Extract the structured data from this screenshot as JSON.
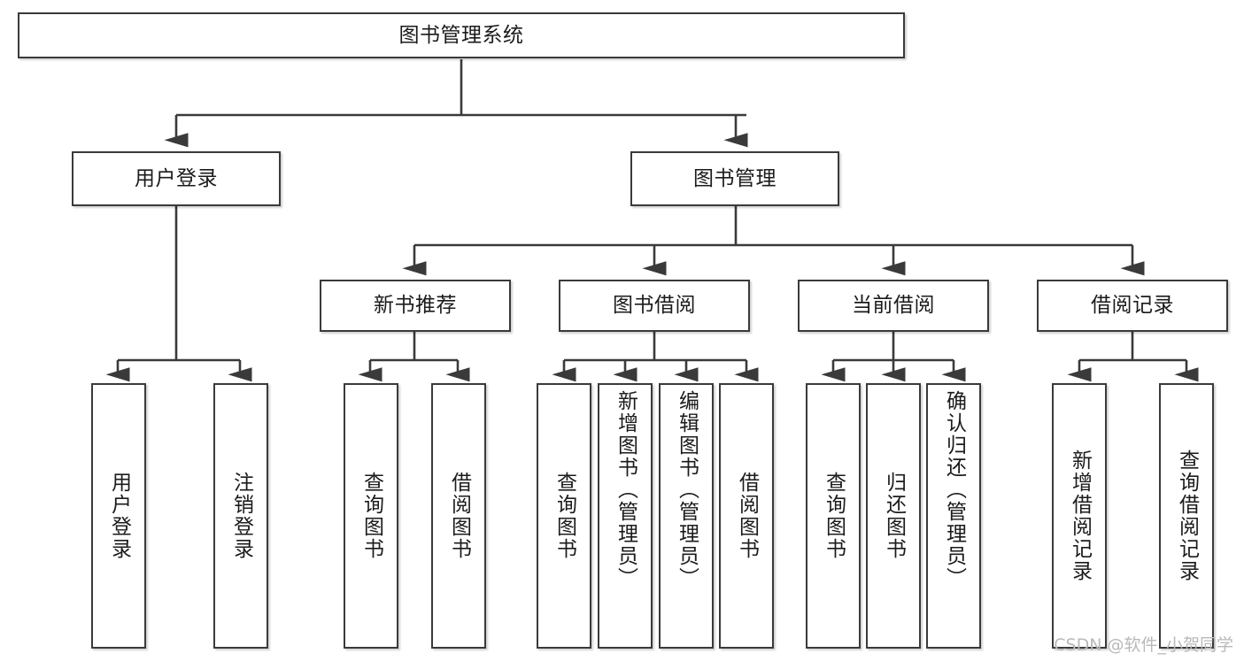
{
  "diagram": {
    "title_node": {
      "label": "图书管理系统"
    },
    "level2": [
      {
        "id": "user-login",
        "label": "用户登录"
      },
      {
        "id": "book-management",
        "label": "图书管理"
      }
    ],
    "level3": [
      {
        "id": "new-book-recommend",
        "label": "新书推荐"
      },
      {
        "id": "book-borrow",
        "label": "图书借阅"
      },
      {
        "id": "current-borrow",
        "label": "当前借阅"
      },
      {
        "id": "borrow-record",
        "label": "借阅记录"
      }
    ],
    "leaves": {
      "user_login": [
        {
          "id": "leaf-user-login",
          "label": "用户登录"
        },
        {
          "id": "leaf-logout-login",
          "label": "注销登录"
        }
      ],
      "new_book_recommend": [
        {
          "id": "leaf-query-book-1",
          "label": "查询图书"
        },
        {
          "id": "leaf-borrow-book-1",
          "label": "借阅图书"
        }
      ],
      "book_borrow": [
        {
          "id": "leaf-query-book-2",
          "label": "查询图书"
        },
        {
          "id": "leaf-add-book",
          "label": "新增图书（管理员）"
        },
        {
          "id": "leaf-edit-book",
          "label": "编辑图书（管理员）"
        },
        {
          "id": "leaf-borrow-book-2",
          "label": "借阅图书"
        }
      ],
      "current_borrow": [
        {
          "id": "leaf-query-book-3",
          "label": "查询图书"
        },
        {
          "id": "leaf-return-book",
          "label": "归还图书"
        },
        {
          "id": "leaf-confirm-return",
          "label": "确认归还（管理员）"
        }
      ],
      "borrow_record": [
        {
          "id": "leaf-add-borrow-record",
          "label": "新增借阅记录"
        },
        {
          "id": "leaf-query-borrow-record",
          "label": "查询借阅记录"
        }
      ]
    },
    "watermark": "CSDN @软件_小贺同学",
    "colors": {
      "box_border": "#3a3a3a",
      "box_fill": "#ffffff",
      "connector": "#3a3a3a",
      "text": "#1b1b1b",
      "watermark": "#b9b9b9",
      "background": "#ffffff"
    }
  }
}
